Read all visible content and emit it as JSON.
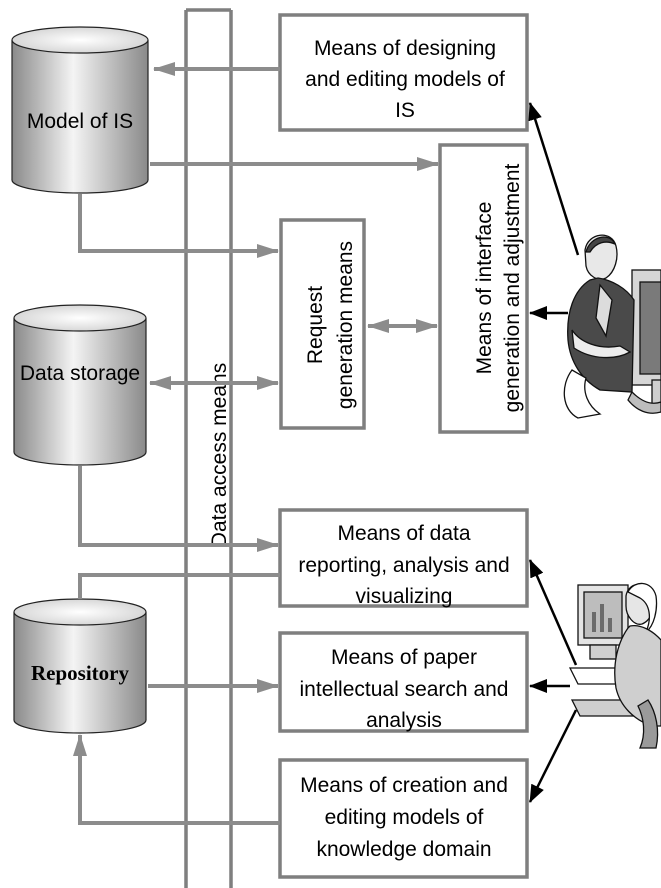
{
  "data_access_label": "Data access means",
  "cylinders": {
    "model_is": "Model of IS",
    "data_storage": "Data storage",
    "repository": "Repository"
  },
  "boxes": {
    "designing": [
      "Means of designing",
      "and editing models of",
      "IS"
    ],
    "interface": [
      "Means of interface",
      "generation and adjustment"
    ],
    "request": [
      "Request",
      "generation means"
    ],
    "reporting": [
      "Means of data",
      "reporting, analysis and",
      "visualizing"
    ],
    "paper_search": [
      "Means of paper",
      "intellectual search and",
      "analysis"
    ],
    "creation": [
      "Means of creation and",
      "editing models of",
      "knowledge domain"
    ]
  },
  "colors": {
    "box_border": "#7f7f7f",
    "connector": "#8c8c8c",
    "cylinder_light": "#f4f4f4",
    "cylinder_dark": "#8a8a8a"
  }
}
